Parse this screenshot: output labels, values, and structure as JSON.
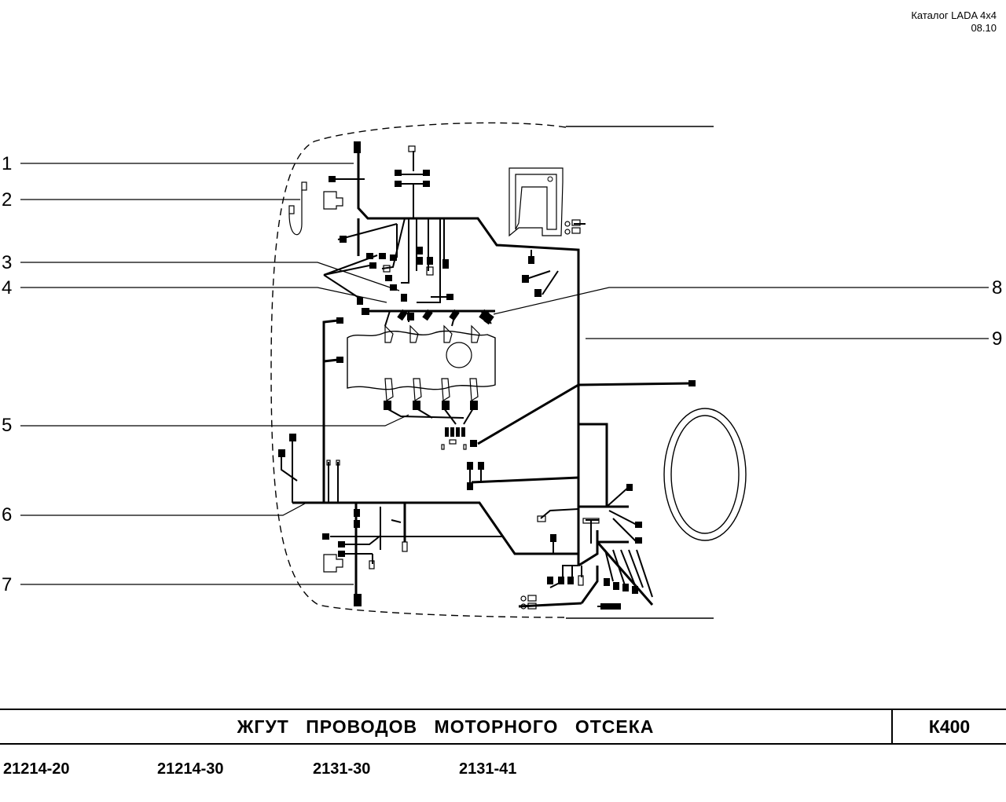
{
  "header": {
    "catalog": "Каталог  LADA  4х4",
    "date": "08.10"
  },
  "callouts": [
    {
      "id": "c1",
      "label": "1"
    },
    {
      "id": "c2",
      "label": "2"
    },
    {
      "id": "c3",
      "label": "3"
    },
    {
      "id": "c4",
      "label": "4"
    },
    {
      "id": "c5",
      "label": "5"
    },
    {
      "id": "c6",
      "label": "6"
    },
    {
      "id": "c7",
      "label": "7"
    },
    {
      "id": "c8",
      "label": "8"
    },
    {
      "id": "c9",
      "label": "9"
    }
  ],
  "footer": {
    "title": "ЖГУТ   ПРОВОДОВ   МОТОРНОГО   ОТСЕКА",
    "code": "К400",
    "models": [
      "21214-20",
      "21214-30",
      "2131-30",
      "2131-41"
    ]
  }
}
